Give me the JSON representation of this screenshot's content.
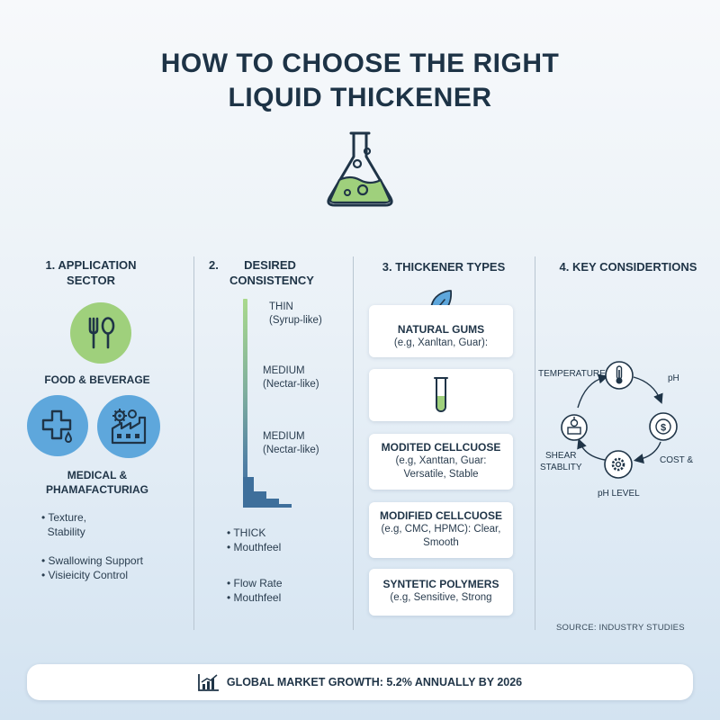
{
  "title": {
    "line1": "HOW TO CHOOSE THE RIGHT",
    "line2": "LIQUID THICKENER"
  },
  "colors": {
    "green": "#9fd07c",
    "blue": "#5ea7dc",
    "navy": "#1f3447"
  },
  "col1": {
    "title_line1": "1. APPLICATION",
    "title_line2": "SECTOR",
    "food_label": "FOOD & BEVERAGE",
    "medical_line1": "MEDICAL &",
    "medical_line2": "PHAMAFACTURIAG",
    "bullets1": [
      "Texture,",
      "Stability"
    ],
    "bullets2": [
      "Swallowing Support",
      "Visieicity Control"
    ],
    "icons": [
      "fork-spoon-icon",
      "medical-cross-icon",
      "factory-gear-icon"
    ]
  },
  "col2": {
    "title_num": "2.",
    "title_line1": "DESIRED",
    "title_line2": "CONSISTENCY",
    "levels": [
      {
        "name": "THIN",
        "desc": "(Syrup-like)"
      },
      {
        "name": "MEDIUM",
        "desc": "(Nectar-like)"
      },
      {
        "name": "MEDIUM",
        "desc": "(Nectar-like)"
      }
    ],
    "thick": [
      "THICK",
      "Mouthfeel"
    ],
    "extra": [
      "Flow Rate",
      "Mouthfeel"
    ]
  },
  "col3": {
    "title": "3. THICKENER TYPES",
    "cards": [
      {
        "heading": "NATURAL GUMS",
        "desc": "(e.g, Xanltan, Guar):"
      },
      {
        "heading": "MODITED CELLCUOSE",
        "desc1": "(e.g, Xanttan, Guar:",
        "desc2": "Versatile, Stable"
      },
      {
        "heading": "MODIFIED CELLCUOSE",
        "desc1": "(e.g, CMC, HPMC): Clear,",
        "desc2": "Smooth"
      },
      {
        "heading": "SYNTETIC POLYMERS",
        "desc": "(e.g, Sensitive, Strong"
      }
    ]
  },
  "col4": {
    "title": "4. KEY CONSIDERTIONS",
    "temperature": "TEMPERATURE",
    "ph": "pH",
    "cost": "COST &",
    "ph_level": "pH LEVEL",
    "shear_line1": "SHEAR",
    "shear_line2": "STABLITY",
    "source": "SOURCE: INDUSTRY STUDIES"
  },
  "footer": {
    "text": "GLOBAL MARKET GROWTH: 5.2% ANNUALLY BY 2026"
  }
}
